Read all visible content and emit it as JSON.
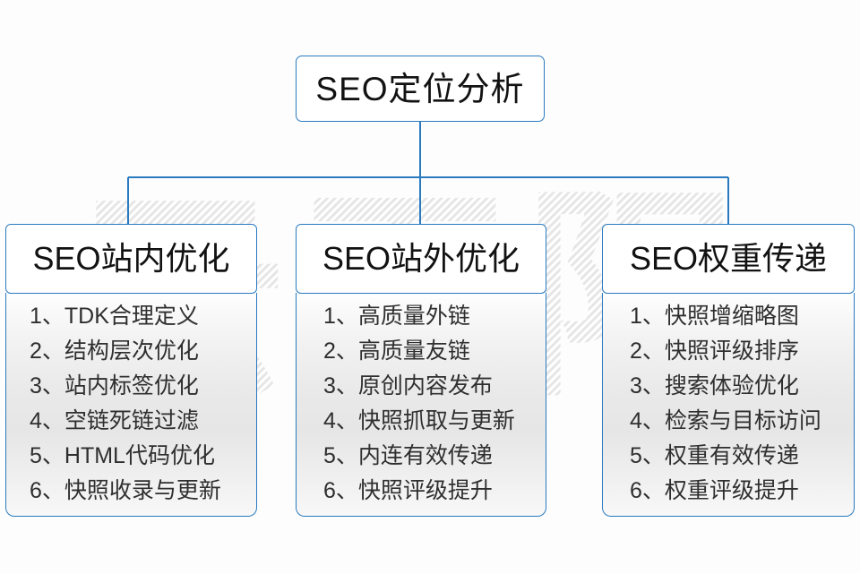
{
  "diagram": {
    "root": {
      "title": "SEO定位分析"
    },
    "columns": [
      {
        "title": "SEO站内优化",
        "items": [
          {
            "index": "1、",
            "label": "TDK合理定义"
          },
          {
            "index": "2、",
            "label": "结构层次优化"
          },
          {
            "index": "3、",
            "label": "站内标签优化"
          },
          {
            "index": "4、",
            "label": "空链死链过滤"
          },
          {
            "index": "5、",
            "label": "HTML代码优化"
          },
          {
            "index": "6、",
            "label": "快照收录与更新"
          }
        ]
      },
      {
        "title": "SEO站外优化",
        "items": [
          {
            "index": "1、",
            "label": "高质量外链"
          },
          {
            "index": "2、",
            "label": "高质量友链"
          },
          {
            "index": "3、",
            "label": "原创内容发布"
          },
          {
            "index": "4、",
            "label": "快照抓取与更新"
          },
          {
            "index": "5、",
            "label": "内连有效传递"
          },
          {
            "index": "6、",
            "label": "快照评级提升"
          }
        ]
      },
      {
        "title": "SEO权重传递",
        "items": [
          {
            "index": "1、",
            "label": "快照增缩略图"
          },
          {
            "index": "2、",
            "label": "快照评级排序"
          },
          {
            "index": "3、",
            "label": "搜索体验优化"
          },
          {
            "index": "4、",
            "label": "检索与目标访问"
          },
          {
            "index": "5、",
            "label": "权重有效传递"
          },
          {
            "index": "6、",
            "label": "权重评级提升"
          }
        ]
      }
    ]
  },
  "watermark": {
    "text": "云无限"
  },
  "colors": {
    "border": "#2a7ac0",
    "connector": "#2a7ac0",
    "title_text": "#121212",
    "item_text": "#2f2f2f",
    "background": "#fdfdfd",
    "watermark": "#ebebeb"
  }
}
